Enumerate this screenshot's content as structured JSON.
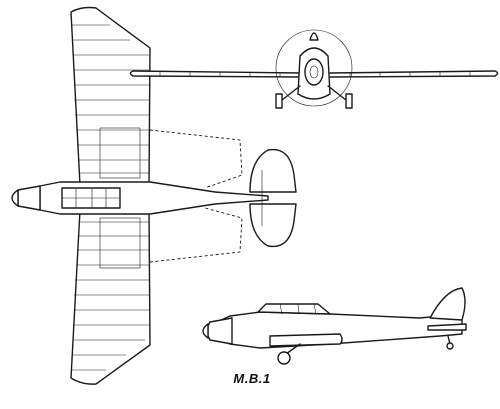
{
  "caption": "M.B.1",
  "colors": {
    "ink": "#1a1a1a",
    "paper": "#ffffff"
  },
  "views": [
    "plan-view",
    "front-view",
    "side-view"
  ]
}
